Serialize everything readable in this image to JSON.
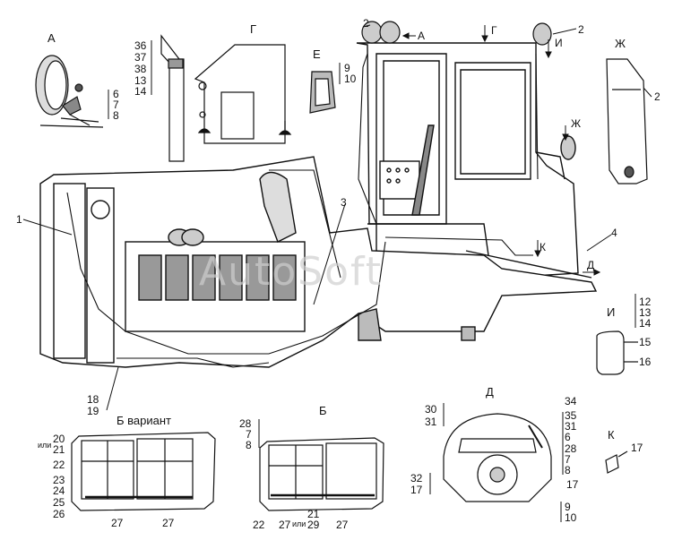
{
  "views": {
    "A": "А",
    "G": "Г",
    "E": "Е",
    "ZH": "Ж",
    "I": "И",
    "B_variant": "Б  вариант",
    "B": "Б",
    "D": "Д",
    "K": "К"
  },
  "arrows": {
    "A": "А",
    "G": "Г",
    "I": "И",
    "ZH": "Ж",
    "K": "К",
    "D": "Д"
  },
  "callouts": {
    "c1": "1",
    "c2a": "2",
    "c2b": "2",
    "c2c": "2",
    "c3": "3",
    "c4": "4",
    "c6": "6",
    "c7": "7",
    "c8": "8",
    "c36": "36",
    "c37": "37",
    "c38": "38",
    "c13": "13",
    "c14": "14",
    "c9": "9",
    "c10": "10",
    "c12i": "12",
    "c13i": "13",
    "c14i": "14",
    "c15": "15",
    "c16": "16",
    "c18": "18",
    "c19": "19",
    "bv20": "20",
    "bvili": "или",
    "bv21": "21",
    "bv22": "22",
    "bv23": "23",
    "bv24": "24",
    "bv25": "25",
    "bv26": "26",
    "bv27a": "27",
    "bv27b": "27",
    "b28": "28",
    "b7": "7",
    "b8": "8",
    "b22": "22",
    "b27a": "27",
    "b21": "21",
    "bili": "или",
    "b29": "29",
    "b27b": "27",
    "d30": "30",
    "d31": "31",
    "d32": "32",
    "d17": "17",
    "d34": "34",
    "d35": "35",
    "d31b": "31",
    "d6": "6",
    "d28": "28",
    "d7": "7",
    "d8": "8",
    "d17b": "17",
    "d9": "9",
    "d10": "10",
    "k17": "17"
  },
  "watermark": "AutoSoft"
}
